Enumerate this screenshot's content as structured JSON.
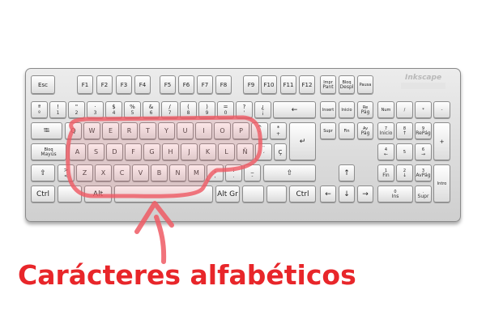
{
  "brand": "Inkscape",
  "caption": "Carácteres alfabéticos",
  "colors": {
    "highlight": "#ef5a64",
    "caption": "#e8262a",
    "keyboard_body": "#dcdcdc"
  },
  "keys": {
    "fn_row": [
      "Esc",
      "F1",
      "F2",
      "F3",
      "F4",
      "F5",
      "F6",
      "F7",
      "F8",
      "F9",
      "F10",
      "F11",
      "F12"
    ],
    "nav_top": [
      [
        "Impr",
        "Pant"
      ],
      [
        "Bloq",
        "Despl"
      ],
      [
        "Pausa"
      ]
    ],
    "numbers": [
      [
        "ª",
        "º"
      ],
      [
        "!",
        "1"
      ],
      [
        "\"",
        "2"
      ],
      [
        "·",
        "3"
      ],
      [
        "$",
        "4"
      ],
      [
        "%",
        "5"
      ],
      [
        "&",
        "6"
      ],
      [
        "/",
        "7"
      ],
      [
        "(",
        "8"
      ],
      [
        ")",
        "9"
      ],
      [
        "=",
        "0"
      ],
      [
        "?",
        "'"
      ],
      [
        "¿",
        "¡"
      ],
      [
        "←",
        ""
      ]
    ],
    "nav_mid": [
      [
        "Insert"
      ],
      [
        "Inicio"
      ],
      [
        "Re",
        "Pág"
      ],
      [
        "Supr"
      ],
      [
        "Fin"
      ],
      [
        "Av",
        "Pág"
      ]
    ],
    "numpad_r1": [
      "Num",
      "/",
      "*",
      "-"
    ],
    "numpad_r2": [
      [
        "7",
        "Inicio"
      ],
      [
        "8",
        "↑"
      ],
      [
        "9",
        "RePág"
      ],
      [
        "+",
        ""
      ]
    ],
    "numpad_r3": [
      [
        "4",
        "←"
      ],
      [
        "5",
        ""
      ],
      [
        "6",
        "→"
      ]
    ],
    "numpad_r4": [
      [
        "1",
        "Fin"
      ],
      [
        "2",
        "↓"
      ],
      [
        "3",
        "AvPág"
      ],
      [
        "Intro",
        ""
      ]
    ],
    "numpad_r5": [
      [
        "0",
        "Ins"
      ],
      [
        ".",
        "Supr"
      ]
    ],
    "tab_label": "⭾",
    "row_q": [
      "Q",
      "W",
      "E",
      "R",
      "T",
      "Y",
      "U",
      "I",
      "O",
      "P"
    ],
    "row_q_extra": [
      [
        "^",
        "`"
      ],
      [
        "*",
        "+"
      ]
    ],
    "enter_label": "↵",
    "caps": [
      "Bloq",
      "Mayús"
    ],
    "row_a": [
      "A",
      "S",
      "D",
      "F",
      "G",
      "H",
      "J",
      "K",
      "L",
      "Ñ"
    ],
    "row_a_extra": [
      [
        "¨",
        "´"
      ],
      [
        "Ç",
        ""
      ]
    ],
    "shift_label": "⇧",
    "row_z_extra_left": [
      ">",
      "<"
    ],
    "row_z": [
      "Z",
      "X",
      "C",
      "V",
      "B",
      "N",
      "M"
    ],
    "row_z_extra_right": [
      [
        ";",
        ","
      ],
      [
        ":",
        "."
      ],
      [
        "_",
        "-"
      ]
    ],
    "arrows": [
      "↑",
      "←",
      "↓",
      "→"
    ],
    "bottom": [
      "Ctrl",
      "Alt",
      "Alt Gr",
      "Ctrl"
    ]
  }
}
